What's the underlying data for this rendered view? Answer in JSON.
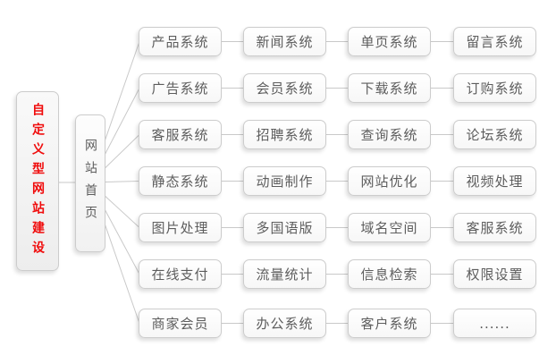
{
  "root_node": {
    "label": "自定义型网站建设"
  },
  "hub_node": {
    "label": "网站首页"
  },
  "grid": {
    "rows": [
      {
        "cells": [
          "产品系统",
          "新闻系统",
          "单页系统",
          "留言系统"
        ]
      },
      {
        "cells": [
          "广告系统",
          "会员系统",
          "下载系统",
          "订购系统"
        ]
      },
      {
        "cells": [
          "客服系统",
          "招聘系统",
          "查询系统",
          "论坛系统"
        ]
      },
      {
        "cells": [
          "静态系统",
          "动画制作",
          "网站优化",
          "视频处理"
        ]
      },
      {
        "cells": [
          "图片处理",
          "多国语版",
          "域名空间",
          "客服系统"
        ]
      },
      {
        "cells": [
          "在线支付",
          "流量统计",
          "信息检索",
          "权限设置"
        ]
      },
      {
        "cells": [
          "商家会员",
          "办公系统",
          "客户系统",
          "......"
        ]
      }
    ]
  },
  "colors": {
    "root_text": "#f00c0c",
    "node_text": "#5d5d5d",
    "node_border": "#cccccc",
    "connector_line": "#c9c9c9",
    "background": "#ffffff"
  }
}
